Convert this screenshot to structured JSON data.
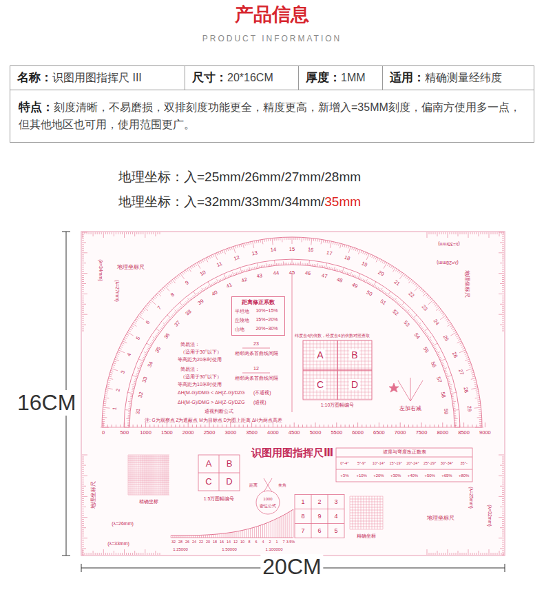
{
  "diagram": {
    "title": "产品信息",
    "nodes": [
      {
        "text": [
          "名称：",
          "识图用图指挥尺 III"
        ]
      },
      {
        "text": [
          "尺寸：",
          "20*16CM"
        ]
      },
      {
        "text": [
          "厚度：",
          "1MM"
        ]
      },
      {
        "text": [
          "适用：",
          "精确测量经纬度"
        ]
      },
      {
        "text": [
          "特点：",
          "刻度清晰，不易磨损，双排刻度功能更全，精度更高，新增入=35MM刻度，偏南方使用多一点，但其他地区也可用，使用范围更广。"
        ]
      },
      {
        "text": [
          "距离修正系数",
          "平坦地",
          "10%~15%",
          "丘陵地",
          "15%~20%",
          "山地",
          "20%~30%"
        ]
      }
    ],
    "labels": [
      "PRODUCT INFORMATION",
      "地理坐标：入=25mm/26mm/27mm/28mm",
      "地理坐标：入=32mm/33mm/34mm/",
      "35mm",
      "16CM",
      "20CM",
      "地理坐标尺",
      "(λ=34mm)",
      "(λ=27mm)",
      "(λ=35mm)",
      "(λ=28mm)",
      "地理坐标尺",
      "地理坐标尺",
      "(λ=26mm)",
      "(λ=33mm)",
      "地理坐标尺",
      "(λ=25mm)",
      "(λ=32mm)",
      "简易法：",
      "（适用于30°以下）",
      "等高距为20米时使用",
      "23",
      "相邻两条首曲线间隔",
      "简易法：",
      "（适用于30°以下）",
      "等高距为10米时使用",
      "12",
      "相邻两条首曲线间隔",
      "ΔH(M-G)/DMG < ΔH(Z-G)/DZG",
      "(不通视)",
      "ΔH(M-G)/DMG > ΔH(Z-G)/DZG",
      "(通视)",
      "通视判断公式",
      "注: G为观察点 Z为遮蔽点 M为目标点 D为图上距离 ΔH为两点高差",
      "纬度去4的倍数，经度去6的倍数对照查取",
      "A",
      "B",
      "C",
      "D",
      "1:10万图幅编号",
      "左加右减",
      "识图用图指挥尺Ⅲ",
      "坡度与弯度改正数表",
      "0°-4°",
      "5°-9°",
      "10°-14°",
      "15°-19°",
      "20°-24°",
      "25°-29°",
      "30°-34°",
      "35°-",
      "+3%",
      "+10%",
      "+20%",
      "+30%",
      "+40%",
      "+50%",
      "+65%",
      "+80%",
      "A",
      "B",
      "C",
      "D",
      "1:5万图幅编号",
      "精确坐标",
      "距离",
      "夹角",
      "1000",
      "密位公式",
      "1",
      "2",
      "3",
      "8",
      "9",
      "4",
      "7",
      "6",
      "5",
      "精确坐标",
      "1:25000",
      "1:50000",
      "1:100000",
      "32",
      "28",
      "26",
      "24",
      "22",
      "20",
      "18",
      "16",
      "14",
      "12",
      "10",
      "8",
      "6",
      "4",
      "2",
      "1",
      "7",
      "3.5%",
      "1",
      "2",
      "3",
      "4",
      "5",
      "6",
      "7",
      "8",
      "9",
      "10",
      "11",
      "12",
      "13",
      "14",
      "15",
      "16",
      "17",
      "18",
      "19",
      "20",
      "21",
      "22",
      "23",
      "24",
      "25",
      "26",
      "27",
      "28",
      "29",
      "31",
      "32",
      "33",
      "34",
      "35",
      "36",
      "37",
      "38",
      "39",
      "40",
      "41",
      "42",
      "43",
      "44",
      "45",
      "46",
      "47",
      "48",
      "49",
      "50",
      "51",
      "52",
      "53",
      "54",
      "55",
      "56",
      "57",
      "58",
      "59",
      "0",
      "500",
      "1000",
      "1500",
      "2000",
      "2500",
      "3000",
      "3500",
      "4000",
      "4500",
      "5000",
      "5500",
      "6000",
      "6500",
      "7000",
      "7500",
      "8000",
      "8500",
      "9000"
    ]
  }
}
